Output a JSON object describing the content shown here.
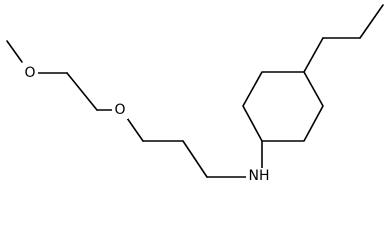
{
  "molecule": {
    "atoms": {
      "methoxy_oxygen": "O",
      "ether_oxygen": "O",
      "amine": "NH"
    },
    "colors": {
      "bond": "#000000",
      "label": "#000000",
      "background": "#ffffff"
    }
  }
}
